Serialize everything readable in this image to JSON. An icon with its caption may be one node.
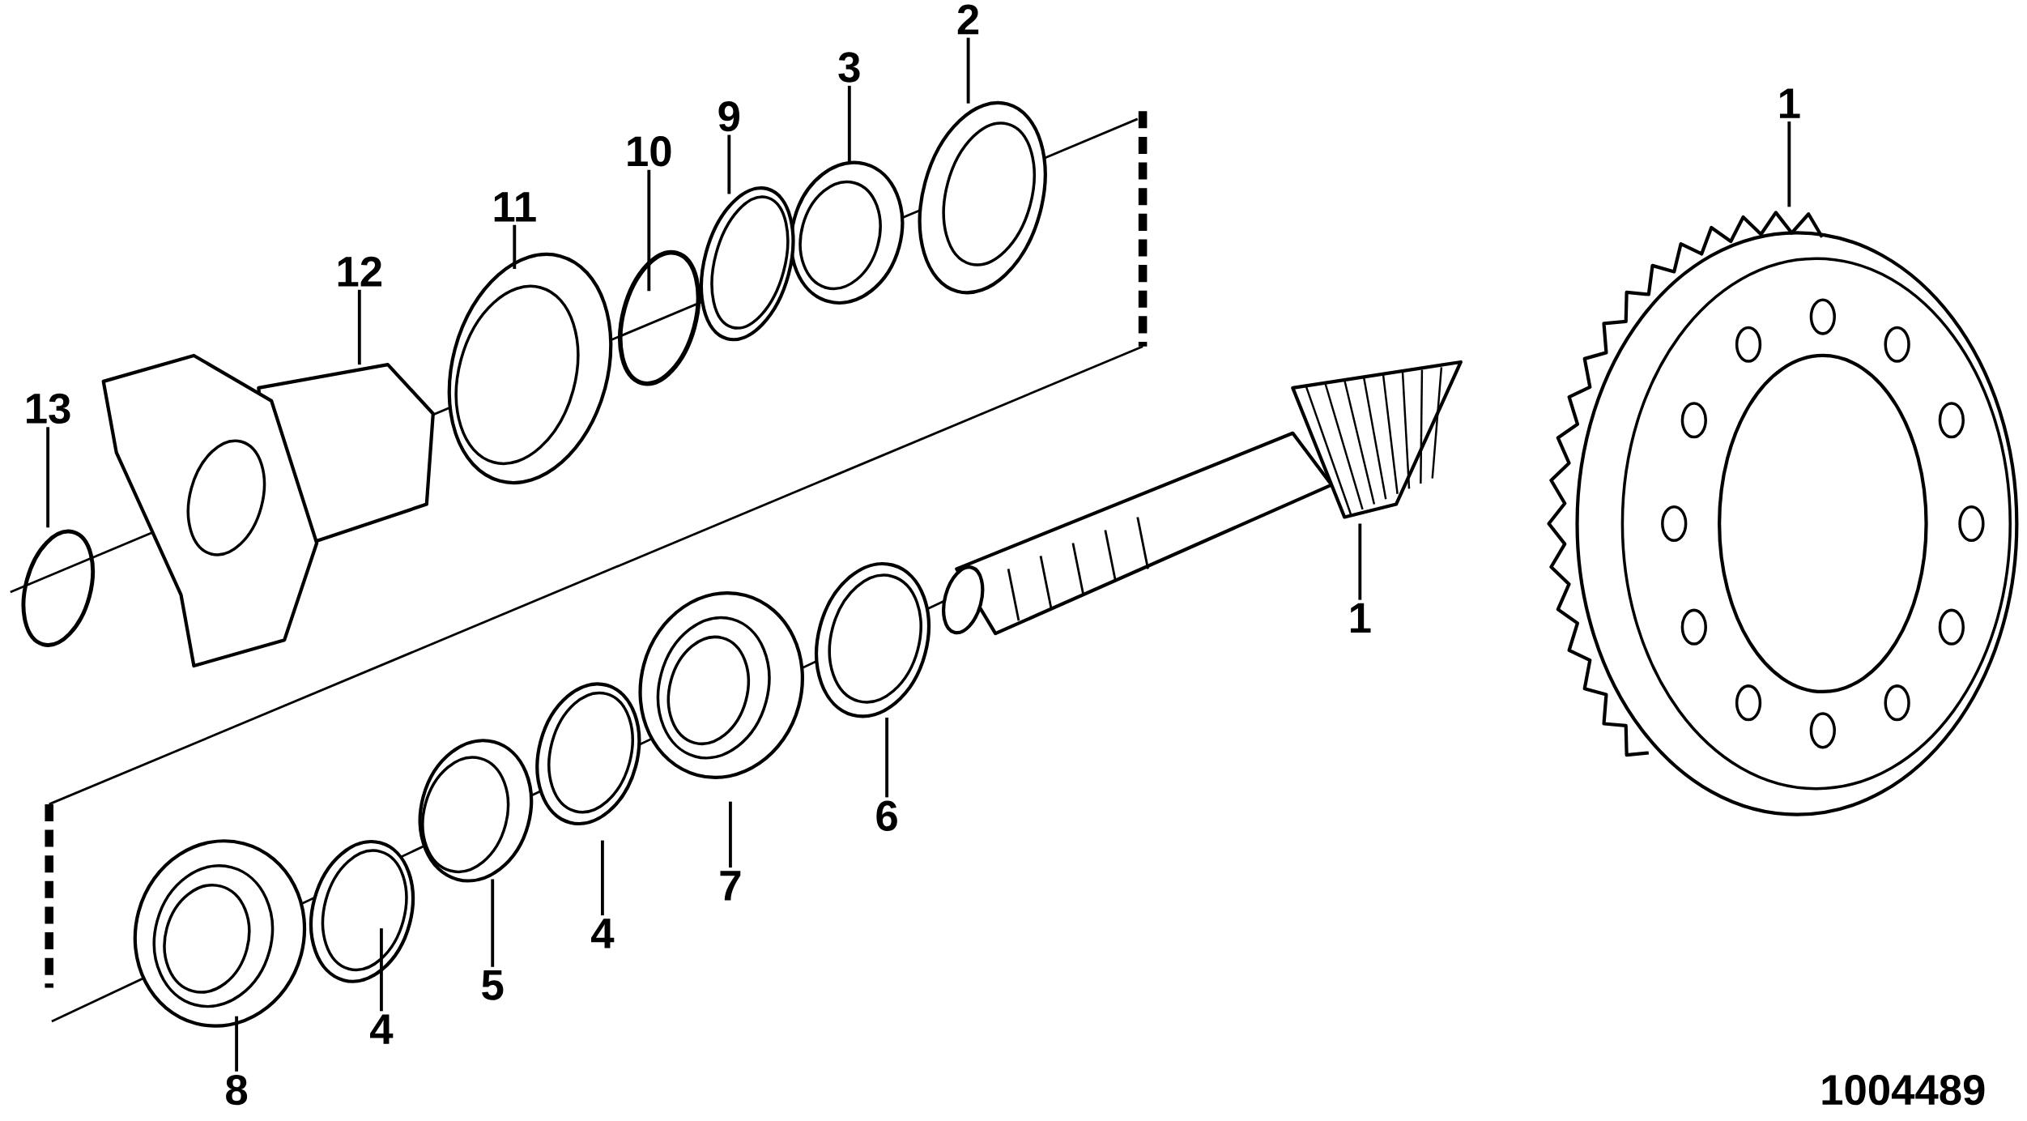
{
  "diagram": {
    "nodes": [
      {
        "text": [
          "2"
        ]
      },
      {
        "text": [
          "3"
        ]
      },
      {
        "text": [
          "9"
        ]
      },
      {
        "text": [
          "10"
        ]
      },
      {
        "text": [
          "11"
        ]
      },
      {
        "text": [
          "12"
        ]
      },
      {
        "text": [
          "1"
        ]
      },
      {
        "text": [
          "13"
        ]
      },
      {
        "text": [
          "1"
        ]
      },
      {
        "text": [
          "6"
        ]
      },
      {
        "text": [
          "7"
        ]
      },
      {
        "text": [
          "4"
        ]
      },
      {
        "text": [
          "5"
        ]
      },
      {
        "text": [
          "4"
        ]
      },
      {
        "text": [
          "8"
        ]
      }
    ],
    "edges": [
      {
        "from": 0,
        "to": null,
        "arrow": "none"
      },
      {
        "from": 1,
        "to": null,
        "arrow": "none"
      },
      {
        "from": 2,
        "to": null,
        "arrow": "none"
      },
      {
        "from": 3,
        "to": null,
        "arrow": "none"
      },
      {
        "from": 4,
        "to": null,
        "arrow": "none"
      },
      {
        "from": 5,
        "to": null,
        "arrow": "none"
      },
      {
        "from": 6,
        "to": null,
        "arrow": "none"
      },
      {
        "from": 7,
        "to": null,
        "arrow": "none"
      },
      {
        "from": 8,
        "to": null,
        "arrow": "none"
      },
      {
        "from": 9,
        "to": null,
        "arrow": "none"
      },
      {
        "from": 10,
        "to": null,
        "arrow": "none"
      },
      {
        "from": 11,
        "to": null,
        "arrow": "none"
      },
      {
        "from": 12,
        "to": null,
        "arrow": "none"
      },
      {
        "from": 13,
        "to": null,
        "arrow": "none"
      },
      {
        "from": 14,
        "to": null,
        "arrow": "none"
      }
    ],
    "labels": [
      "1004489"
    ]
  }
}
